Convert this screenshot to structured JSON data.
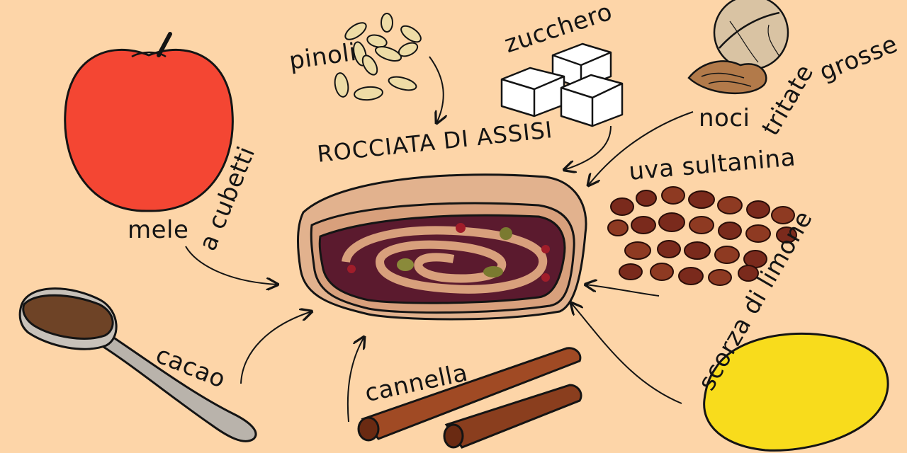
{
  "title": "ROCCIATA DI ASSISI",
  "colors": {
    "background": "#fdd5a8",
    "apple": "#f44633",
    "lemon": "#f8dc1c",
    "filling": "#5b1a2e",
    "pastry": "#d8a07c",
    "raisin": "#7a2a1c",
    "cinnamon": "#8a3e1e",
    "ink": "#141414"
  },
  "ingredients": {
    "mele": "mele",
    "cubetti": "a cubetti",
    "pinoli": "pinoli",
    "zucchero": "zucchero",
    "noci": "noci",
    "tritate": "tritate",
    "grosse": "grosse",
    "uva": "uva sultanina",
    "scorza": "scorza di limone",
    "cacao": "cacao",
    "cannella": "cannella"
  }
}
